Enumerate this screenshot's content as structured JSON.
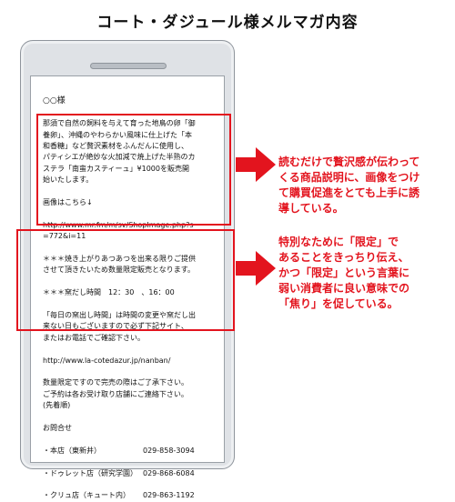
{
  "title": "コート・ダジュール様メルマガ内容",
  "mail": {
    "greeting": "○○様",
    "body_lines": [
      "那須で自然の飼料を与えて育った地鳥の卵「御",
      "養卵」、沖縄のやわらかい風味に仕上げた「本",
      "和香糖」など贅沢素材をふんだんに使用し、",
      "パティシエが絶妙な火加減で焼上げた半熟のカ",
      "ステラ「南蛮カスティーュ」¥1000を販売開",
      "始いたします。"
    ],
    "image_intro": "画像はこちら↓",
    "image_url_lines": [
      "http://www.mr.fm/m/sv/ShopImage.php?s",
      "=772&i=11"
    ],
    "limited_lines": [
      "＊＊＊焼き上がりあつあつを出来る限りご提供",
      "させて頂きたいため数量限定販売となります。"
    ],
    "schedule": "＊＊＊窯だし時間　12：30　、16：00",
    "notice_lines": [
      "「毎日の窯出し時間」は時間の変更や窯だし出",
      "来ない日もございますので必ず下記サイト、",
      "またはお電話でご確認下さい。"
    ],
    "site_url": "http://www.la-cotedazur.jp/nanban/",
    "closing_lines": [
      "数量限定ですので完売の際はご了承下さい。",
      "ご予約は各お受け取り店舗にご連絡下さい。",
      "(先着順)"
    ],
    "contact_heading": "お問合せ",
    "shops": [
      {
        "name": "・本店（東新井）",
        "phone": "029-858-3094"
      },
      {
        "name": "・ドゥレット店（研究学園）",
        "phone": "029-868-6084"
      },
      {
        "name": "・クリュ店（キュート内）",
        "phone": "029-863-1192"
      }
    ]
  },
  "annotations": {
    "note1_lines": [
      "読むだけで贅沢感が伝わって",
      "くる商品説明に、画像をつけ",
      "て購買促進をとても上手に誘",
      "導している。"
    ],
    "note2_lines": [
      "特別なために「限定」で",
      "あることをきっちり伝え、",
      "かつ「限定」という言葉に",
      "弱い消費者に良い意味での",
      "「焦り」を促している。"
    ]
  },
  "colors": {
    "accent": "#e3141e",
    "phone_body": "#dfe2e6"
  }
}
